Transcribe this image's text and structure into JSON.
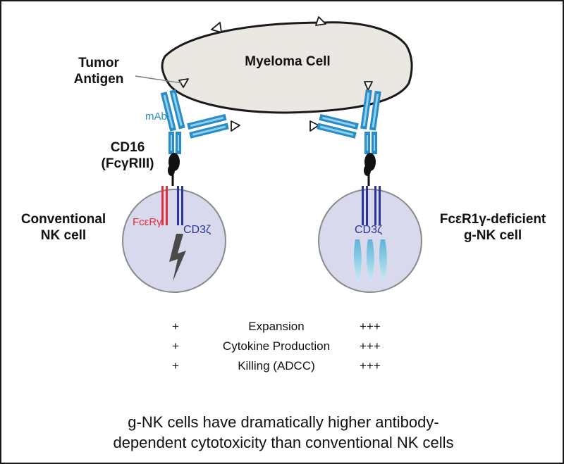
{
  "labels": {
    "myeloma_cell": "Myeloma Cell",
    "tumor_antigen_line1": "Tumor",
    "tumor_antigen_line2": "Antigen",
    "mab": "mAb",
    "cd16_line1": "CD16",
    "cd16_line2": "(FcγRIII)",
    "conventional_line1": "Conventional",
    "conventional_line2": "NK cell",
    "gnk_line1": "FcεR1γ-deficient",
    "gnk_line2": "g-NK cell",
    "fcer_gamma": "FcεRγ",
    "cd3_zeta_left": "CD3ζ",
    "cd3_zeta_right": "CD3ζ"
  },
  "comparison": {
    "rows": [
      {
        "conventional": "+",
        "property": "Expansion",
        "gnk": "+++"
      },
      {
        "conventional": "+",
        "property": "Cytokine Production",
        "gnk": "+++"
      },
      {
        "conventional": "+",
        "property": "Killing (ADCC)",
        "gnk": "+++"
      }
    ]
  },
  "conclusion": {
    "line1": "g-NK cells have dramatically higher antibody-",
    "line2": "dependent cytotoxicity than conventional NK cells"
  },
  "colors": {
    "antibody": "#2a8cc4",
    "antibody_light": "#8fd0ef",
    "cell_fill": "#d9d9ee",
    "myeloma_fill": "#ebe8e3",
    "fcer_red": "#e0323c",
    "cd3_navy": "#2a3596",
    "granule": "#7fc6e0",
    "lightning": "#4a4a4a"
  },
  "icons": {
    "signal": "lightning-bolt-icon",
    "granules": "granule-icon"
  }
}
